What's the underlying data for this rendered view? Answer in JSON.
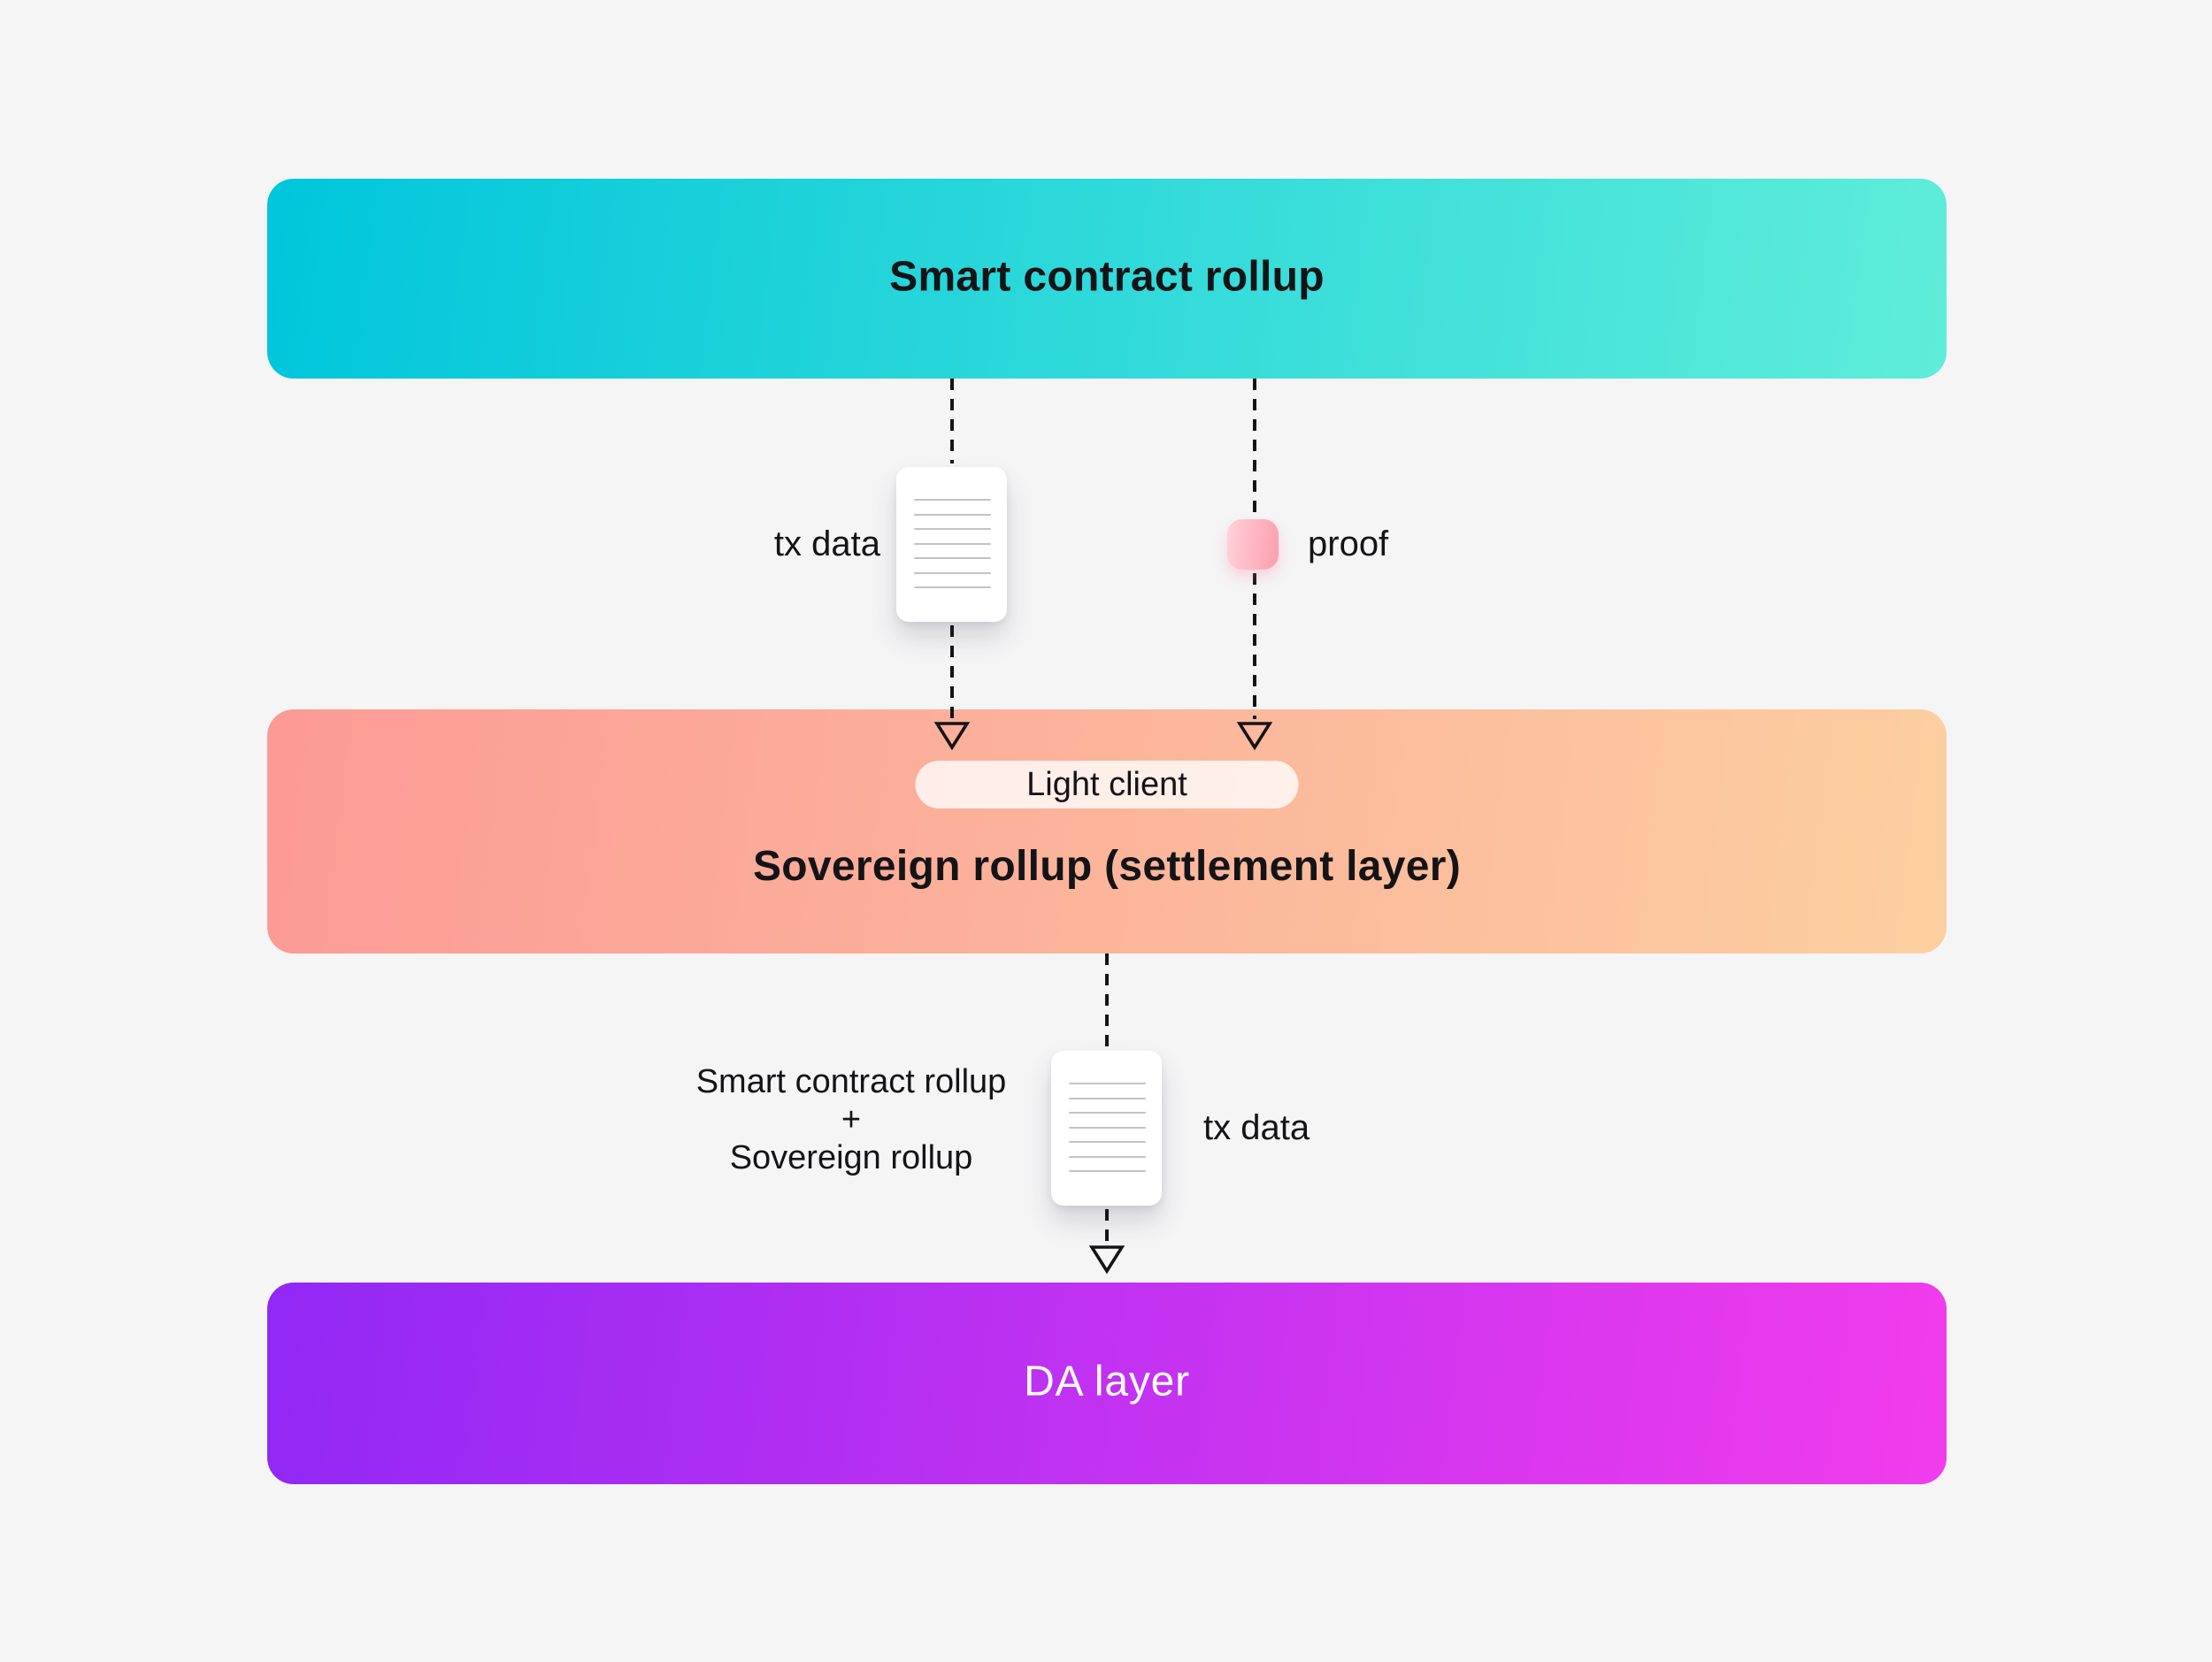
{
  "colors": {
    "bg": "#F5F5F6",
    "ink": "#141417",
    "scr-from": "#00C6DB",
    "scr-to": "#5FEDD9",
    "sov-from": "#FC9A96",
    "sov-to": "#FCCFA0",
    "da-from": "#9128F5",
    "da-to": "#F13CEC",
    "da-text": "#FFFFFF",
    "pill-bg": "rgba(255,255,255,0.78)",
    "proof-from": "#FFD2DA",
    "proof-to": "#FF9DAE"
  },
  "layers": {
    "smart_contract_rollup": {
      "label": "Smart contract rollup"
    },
    "sovereign_rollup": {
      "label": "Sovereign rollup (settlement layer)",
      "light_client": "Light client"
    },
    "da_layer": {
      "label": "DA layer"
    }
  },
  "connectors": {
    "tx_data_top": {
      "label": "tx data"
    },
    "proof": {
      "label": "proof"
    },
    "tx_data_bottom": {
      "label": "tx data",
      "source": {
        "line1": "Smart contract rollup",
        "line2": "+",
        "line3": "Sovereign rollup"
      }
    }
  }
}
